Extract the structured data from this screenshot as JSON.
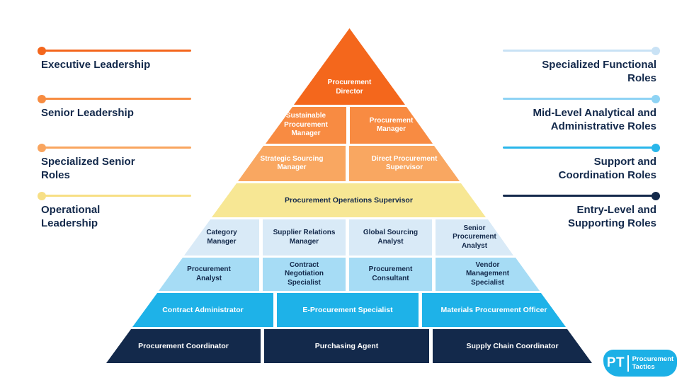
{
  "pyramid": {
    "rows": [
      {
        "level": 1,
        "cells": [
          {
            "label": "Procurement\nDirector"
          }
        ]
      },
      {
        "level": 2,
        "cells": [
          {
            "label": "Sustainable\nProcurement\nManager"
          },
          {
            "label": "Procurement\nManager"
          }
        ]
      },
      {
        "level": 3,
        "cells": [
          {
            "label": "Strategic Sourcing\nManager"
          },
          {
            "label": "Direct Procurement\nSupervisor"
          }
        ]
      },
      {
        "level": 4,
        "cells": [
          {
            "label": "Procurement Operations Supervisor"
          }
        ]
      },
      {
        "level": 5,
        "cells": [
          {
            "label": "Category\nManager"
          },
          {
            "label": "Supplier Relations\nManager"
          },
          {
            "label": "Global Sourcing\nAnalyst"
          },
          {
            "label": "Senior\nProcurement\nAnalyst"
          }
        ]
      },
      {
        "level": 6,
        "cells": [
          {
            "label": "Procurement\nAnalyst"
          },
          {
            "label": "Contract\nNegotiation\nSpecialist"
          },
          {
            "label": "Procurement\nConsultant"
          },
          {
            "label": "Vendor\nManagement\nSpecialist"
          }
        ]
      },
      {
        "level": 7,
        "cells": [
          {
            "label": "Contract Administrator"
          },
          {
            "label": "E-Procurement Specialist"
          },
          {
            "label": "Materials Procurement Officer"
          }
        ]
      },
      {
        "level": 8,
        "cells": [
          {
            "label": "Procurement Coordinator"
          },
          {
            "label": "Purchasing Agent"
          },
          {
            "label": "Supply Chain Coordinator"
          }
        ]
      }
    ],
    "level_colors": [
      "#F4671C",
      "#F88B42",
      "#F9A761",
      "#F7E794",
      "#D9EAF7",
      "#A6DCF5",
      "#1EB2E8",
      "#13294B"
    ]
  },
  "left_legend": {
    "items": [
      {
        "label": "Executive Leadership",
        "line_color": "#F4661C"
      },
      {
        "label": "Senior Leadership",
        "line_color": "#F78C41"
      },
      {
        "label": "Specialized Senior\nRoles",
        "line_color": "#F9A55F"
      },
      {
        "label": "Operational\nLeadership",
        "line_color": "#F7DF85"
      }
    ]
  },
  "right_legend": {
    "items": [
      {
        "label": "Specialized Functional\nRoles",
        "line_color": "#C9E2F5"
      },
      {
        "label": "Mid-Level Analytical and\nAdministrative Roles",
        "line_color": "#8ED3F4"
      },
      {
        "label": "Support and\nCoordination Roles",
        "line_color": "#29B6EA"
      },
      {
        "label": "Entry-Level and\nSupporting Roles",
        "line_color": "#13294B"
      }
    ]
  },
  "logo": {
    "abbr": "PT",
    "name_line1": "Procurement",
    "name_line2": "Tactics",
    "bg_color": "#1CB0E6"
  },
  "text_color": "#13294B"
}
